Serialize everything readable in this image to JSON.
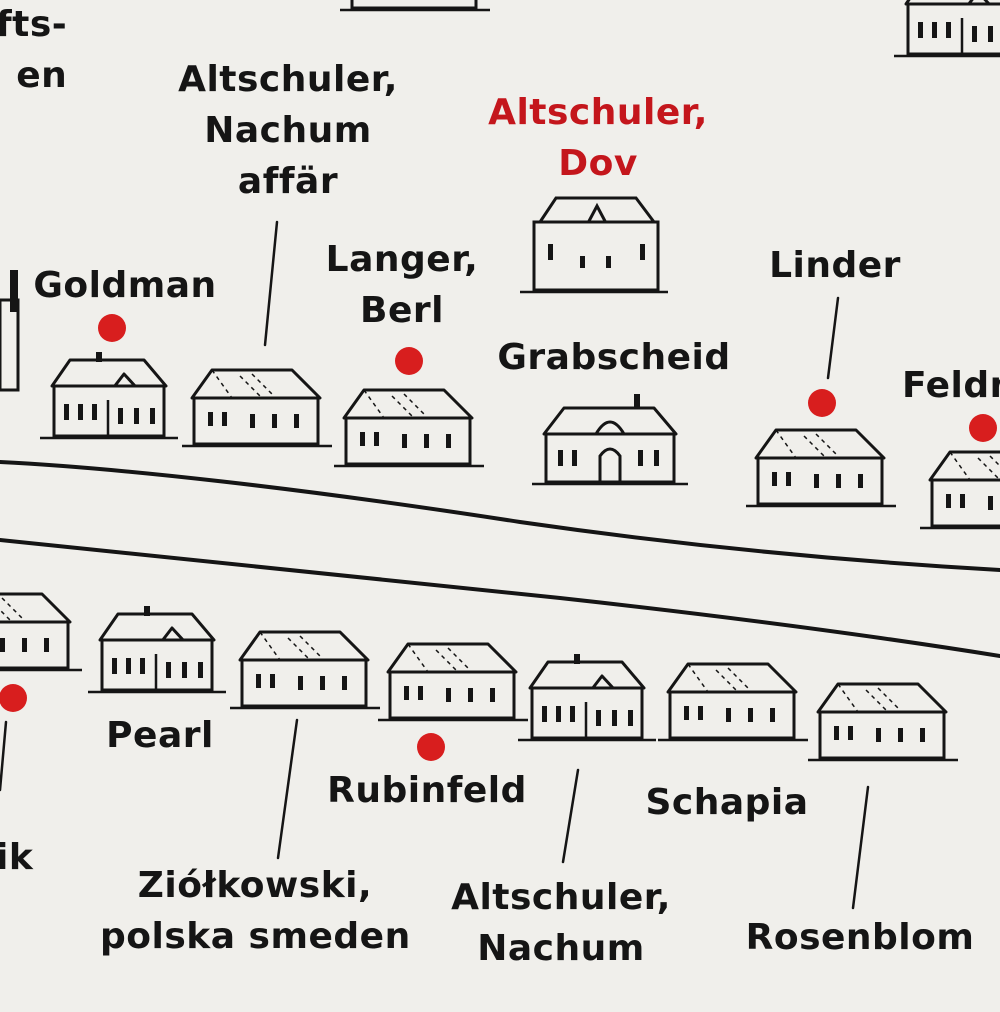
{
  "colors": {
    "background": "#f0efeb",
    "ink": "#151515",
    "marker": "#d81e1e",
    "highlight": "#c4161c"
  },
  "labels": {
    "partial_top_left": [
      "fts-",
      "en"
    ],
    "altschuler_nachum_affar": [
      "Altschuler,",
      "Nachum",
      "affär"
    ],
    "altschuler_dov": [
      "Altschuler,",
      "Dov"
    ],
    "goldman": "Goldman",
    "langer_berl": [
      "Langer,",
      "Berl"
    ],
    "grabscheid": "Grabscheid",
    "linder": "Linder",
    "feldm_partial": "Feldm",
    "pearl": "Pearl",
    "rubinfeld": "Rubinfeld",
    "schapia": "Schapia",
    "ik_partial": "ik",
    "ziolkowski": [
      "Ziółkowski,",
      "polska smeden"
    ],
    "altschuler_nachum": [
      "Altschuler,",
      "Nachum"
    ],
    "rosenblom": "Rosenblom"
  }
}
